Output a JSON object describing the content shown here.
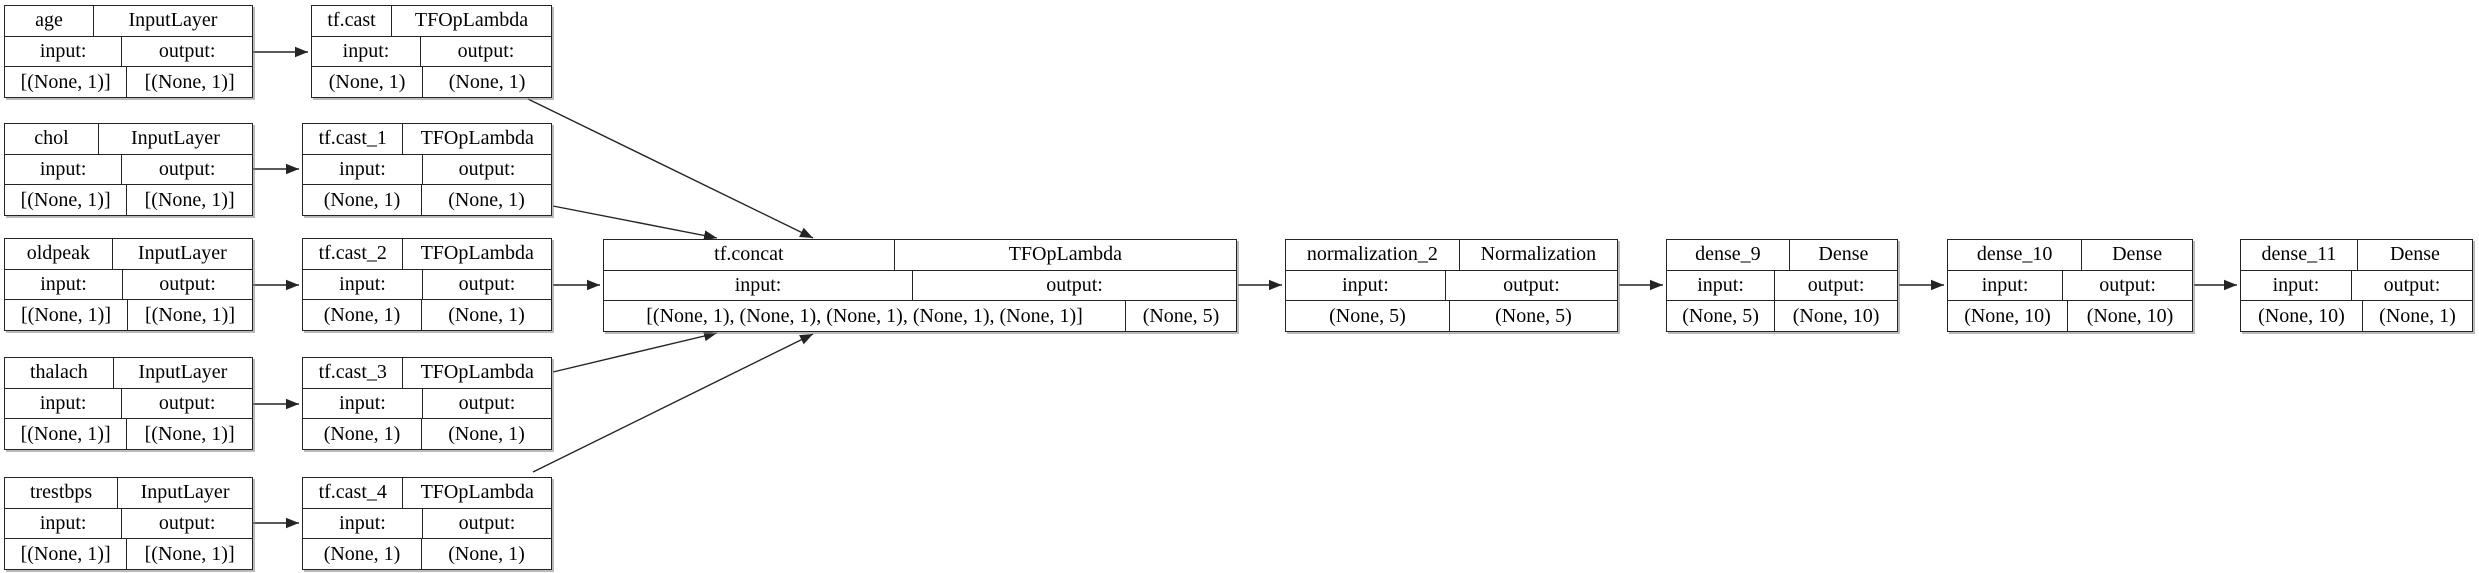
{
  "diagram": {
    "kind": "keras-model-plot",
    "labels": {
      "input": "input:",
      "output": "output:"
    },
    "nodes": {
      "age": {
        "name": "age",
        "type": "InputLayer",
        "in_shape": "[(None, 1)]",
        "out_shape": "[(None, 1)]"
      },
      "chol": {
        "name": "chol",
        "type": "InputLayer",
        "in_shape": "[(None, 1)]",
        "out_shape": "[(None, 1)]"
      },
      "oldpeak": {
        "name": "oldpeak",
        "type": "InputLayer",
        "in_shape": "[(None, 1)]",
        "out_shape": "[(None, 1)]"
      },
      "thalach": {
        "name": "thalach",
        "type": "InputLayer",
        "in_shape": "[(None, 1)]",
        "out_shape": "[(None, 1)]"
      },
      "trestbps": {
        "name": "trestbps",
        "type": "InputLayer",
        "in_shape": "[(None, 1)]",
        "out_shape": "[(None, 1)]"
      },
      "tf_cast": {
        "name": "tf.cast",
        "type": "TFOpLambda",
        "in_shape": "(None, 1)",
        "out_shape": "(None, 1)"
      },
      "tf_cast_1": {
        "name": "tf.cast_1",
        "type": "TFOpLambda",
        "in_shape": "(None, 1)",
        "out_shape": "(None, 1)"
      },
      "tf_cast_2": {
        "name": "tf.cast_2",
        "type": "TFOpLambda",
        "in_shape": "(None, 1)",
        "out_shape": "(None, 1)"
      },
      "tf_cast_3": {
        "name": "tf.cast_3",
        "type": "TFOpLambda",
        "in_shape": "(None, 1)",
        "out_shape": "(None, 1)"
      },
      "tf_cast_4": {
        "name": "tf.cast_4",
        "type": "TFOpLambda",
        "in_shape": "(None, 1)",
        "out_shape": "(None, 1)"
      },
      "tf_concat": {
        "name": "tf.concat",
        "type": "TFOpLambda",
        "in_shape": "[(None, 1), (None, 1), (None, 1), (None, 1), (None, 1)]",
        "out_shape": "(None, 5)"
      },
      "normalization_2": {
        "name": "normalization_2",
        "type": "Normalization",
        "in_shape": "(None, 5)",
        "out_shape": "(None, 5)"
      },
      "dense_9": {
        "name": "dense_9",
        "type": "Dense",
        "in_shape": "(None, 5)",
        "out_shape": "(None, 10)"
      },
      "dense_10": {
        "name": "dense_10",
        "type": "Dense",
        "in_shape": "(None, 10)",
        "out_shape": "(None, 10)"
      },
      "dense_11": {
        "name": "dense_11",
        "type": "Dense",
        "in_shape": "(None, 10)",
        "out_shape": "(None, 1)"
      }
    },
    "edges": [
      {
        "from": "age",
        "to": "tf.cast"
      },
      {
        "from": "chol",
        "to": "tf.cast_1"
      },
      {
        "from": "oldpeak",
        "to": "tf.cast_2"
      },
      {
        "from": "thalach",
        "to": "tf.cast_3"
      },
      {
        "from": "trestbps",
        "to": "tf.cast_4"
      },
      {
        "from": "tf.cast",
        "to": "tf.concat"
      },
      {
        "from": "tf.cast_1",
        "to": "tf.concat"
      },
      {
        "from": "tf.cast_2",
        "to": "tf.concat"
      },
      {
        "from": "tf.cast_3",
        "to": "tf.concat"
      },
      {
        "from": "tf.cast_4",
        "to": "tf.concat"
      },
      {
        "from": "tf.concat",
        "to": "normalization_2"
      },
      {
        "from": "normalization_2",
        "to": "dense_9"
      },
      {
        "from": "dense_9",
        "to": "dense_10"
      },
      {
        "from": "dense_10",
        "to": "dense_11"
      }
    ]
  }
}
